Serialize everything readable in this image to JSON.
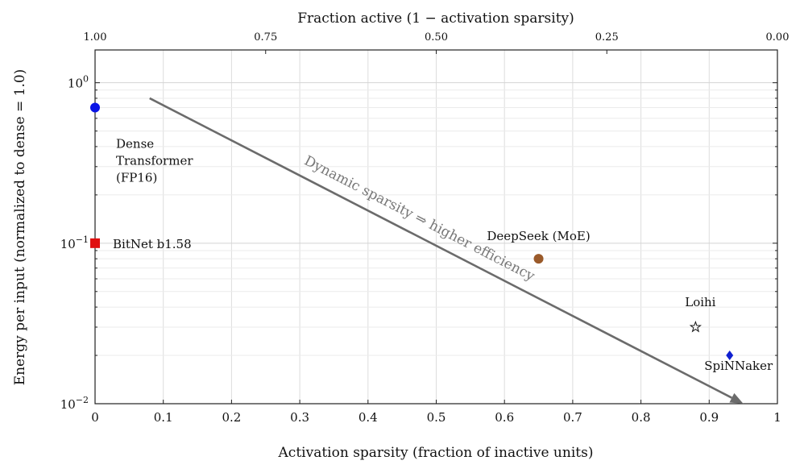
{
  "chart_data": {
    "type": "scatter",
    "xlabel": "Activation sparsity (fraction of inactive units)",
    "ylabel": "Energy per input (normalized to dense = 1.0)",
    "x2label": "Fraction active (1 − activation sparsity)",
    "xlim": [
      0,
      1
    ],
    "ylim": [
      0.01,
      1.6
    ],
    "y_scale": "log",
    "x_ticks": [
      0,
      0.1,
      0.2,
      0.3,
      0.4,
      0.5,
      0.6,
      0.7,
      0.8,
      0.9,
      1
    ],
    "x_tick_labels": [
      "0",
      "0.1",
      "0.2",
      "0.3",
      "0.4",
      "0.5",
      "0.6",
      "0.7",
      "0.8",
      "0.9",
      "1"
    ],
    "x2_ticks": [
      1.0,
      0.75,
      0.5,
      0.25,
      0.0
    ],
    "x2_tick_labels": [
      "1.00",
      "0.75",
      "0.50",
      "0.25",
      "0.00"
    ],
    "y_ticks": [
      0.01,
      0.1,
      1
    ],
    "y_tick_mantissas": [
      "10",
      "10",
      "10"
    ],
    "y_tick_exponents": [
      "−2",
      "−1",
      "0"
    ],
    "grid": true,
    "points": [
      {
        "x": 0.0,
        "y": 0.7,
        "label_lines": [
          "Dense",
          "Transformer",
          "(FP16)"
        ],
        "color": "#0a14e6",
        "marker": "circle"
      },
      {
        "x": 0.0,
        "y": 0.1,
        "label_lines": [
          "BitNet b1.58"
        ],
        "color": "#e01010",
        "marker": "square"
      },
      {
        "x": 0.65,
        "y": 0.08,
        "label_lines": [
          "DeepSeek (MoE)"
        ],
        "color": "#9a5a2a",
        "marker": "circle"
      },
      {
        "x": 0.88,
        "y": 0.03,
        "label_lines": [
          "Loihi"
        ],
        "color": "#111111",
        "marker": "star"
      },
      {
        "x": 0.93,
        "y": 0.02,
        "label_lines": [
          "SpiNNaker"
        ],
        "color": "#1020d0",
        "marker": "diamond"
      }
    ],
    "trend_arrow": {
      "from": {
        "x": 0.08,
        "y": 0.8
      },
      "to": {
        "x": 0.95,
        "y": 0.01
      },
      "label": "Dynamic sparsity ⇒ higher efficiency",
      "color": "#6b6b6b"
    }
  }
}
